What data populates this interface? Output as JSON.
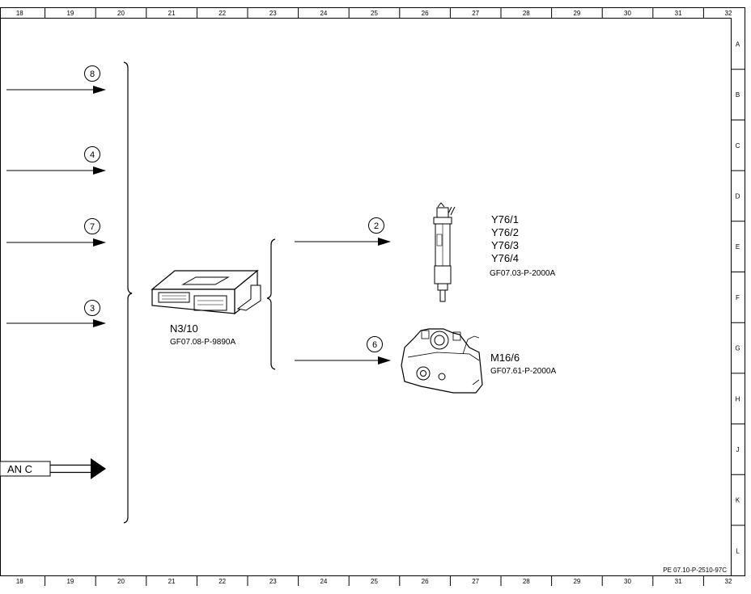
{
  "sheet": {
    "columns": [
      "18",
      "19",
      "20",
      "21",
      "22",
      "23",
      "24",
      "25",
      "26",
      "27",
      "28",
      "29",
      "30",
      "31",
      "32"
    ],
    "rows": [
      "A",
      "B",
      "C",
      "D",
      "E",
      "F",
      "G",
      "H",
      "J",
      "K",
      "L"
    ],
    "reference": "PE 07.10-P-2510-97C"
  },
  "inputs": {
    "arrow_8": "8",
    "arrow_4": "4",
    "arrow_7": "7",
    "arrow_3": "3",
    "can_label": "AN C"
  },
  "control_unit": {
    "name": "N3/10",
    "doc": "GF07.08-P-9890A"
  },
  "outputs": {
    "arrow_2": "2",
    "arrow_6": "6"
  },
  "injectors": {
    "names": [
      "Y76/1",
      "Y76/2",
      "Y76/3",
      "Y76/4"
    ],
    "doc": "GF07.03-P-2000A"
  },
  "throttle": {
    "name": "M16/6",
    "doc": "GF07.61-P-2000A"
  },
  "icons": [
    "control-unit-icon",
    "injector-icon",
    "throttle-actuator-icon"
  ]
}
